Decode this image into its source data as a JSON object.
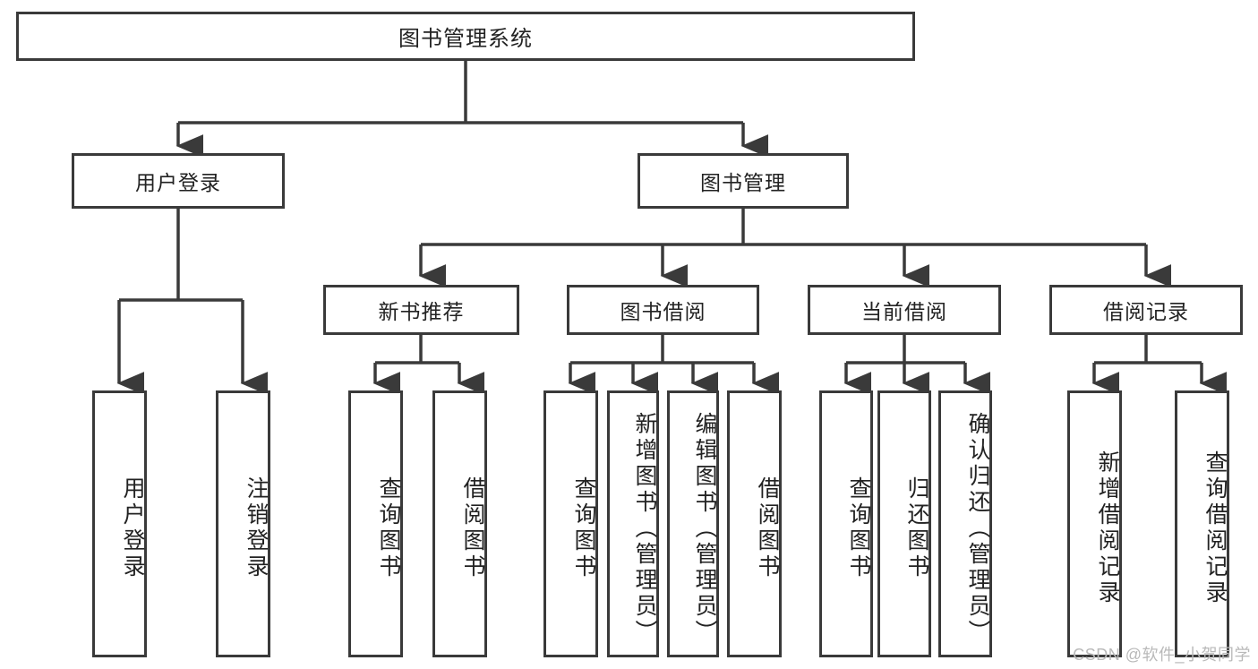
{
  "diagram": {
    "type": "hierarchy-tree",
    "title": "图书管理系统",
    "colors": {
      "line": "#3a3a3a",
      "box_fill": "#ffffff",
      "text": "#222222",
      "watermark": "#b9b9b9"
    },
    "levels": {
      "level1": [
        {
          "id": "root",
          "label": "图书管理系统"
        }
      ],
      "level2": [
        {
          "id": "login",
          "label": "用户登录",
          "parent": "root"
        },
        {
          "id": "bookmgmt",
          "label": "图书管理",
          "parent": "root"
        }
      ],
      "level3": [
        {
          "id": "newbook",
          "label": "新书推荐",
          "parent": "bookmgmt"
        },
        {
          "id": "borrow",
          "label": "图书借阅",
          "parent": "bookmgmt"
        },
        {
          "id": "current",
          "label": "当前借阅",
          "parent": "bookmgmt"
        },
        {
          "id": "record",
          "label": "借阅记录",
          "parent": "bookmgmt"
        }
      ],
      "leaves": [
        {
          "id": "leaf-login-1",
          "label": "用户登录",
          "parent": "login"
        },
        {
          "id": "leaf-login-2",
          "label": "注销登录",
          "parent": "login"
        },
        {
          "id": "leaf-new-1",
          "label": "查询图书",
          "parent": "newbook"
        },
        {
          "id": "leaf-new-2",
          "label": "借阅图书",
          "parent": "newbook"
        },
        {
          "id": "leaf-borrow-1",
          "label": "查询图书",
          "parent": "borrow"
        },
        {
          "id": "leaf-borrow-2",
          "label": "新增图书（管理员）",
          "parent": "borrow"
        },
        {
          "id": "leaf-borrow-3",
          "label": "编辑图书（管理员）",
          "parent": "borrow"
        },
        {
          "id": "leaf-borrow-4",
          "label": "借阅图书",
          "parent": "borrow"
        },
        {
          "id": "leaf-cur-1",
          "label": "查询图书",
          "parent": "current"
        },
        {
          "id": "leaf-cur-2",
          "label": "归还图书",
          "parent": "current"
        },
        {
          "id": "leaf-cur-3",
          "label": "确认归还（管理员）",
          "parent": "current"
        },
        {
          "id": "leaf-rec-1",
          "label": "新增借阅记录",
          "parent": "record"
        },
        {
          "id": "leaf-rec-2",
          "label": "查询借阅记录",
          "parent": "record"
        }
      ]
    }
  },
  "watermark": {
    "text": "CSDN @软件_小贺同学"
  }
}
